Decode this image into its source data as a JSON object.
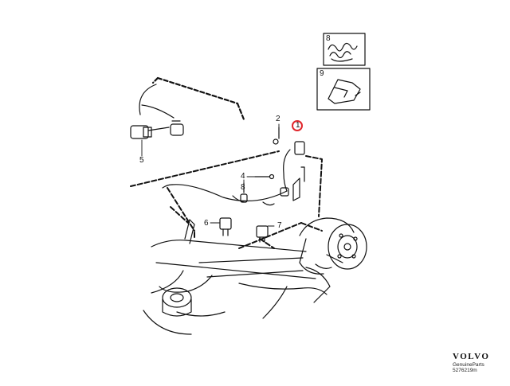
{
  "diagram": {
    "callouts": [
      {
        "id": "1",
        "highlighted": true
      },
      {
        "id": "2"
      },
      {
        "id": "4"
      },
      {
        "id": "5"
      },
      {
        "id": "6"
      },
      {
        "id": "7"
      },
      {
        "id": "8"
      },
      {
        "id": "9"
      }
    ],
    "highlight_color": "#e0262b",
    "line_color": "#111111"
  },
  "brand": {
    "name": "VOLVO",
    "subtitle": "GenuineParts",
    "code": "5276219m"
  }
}
